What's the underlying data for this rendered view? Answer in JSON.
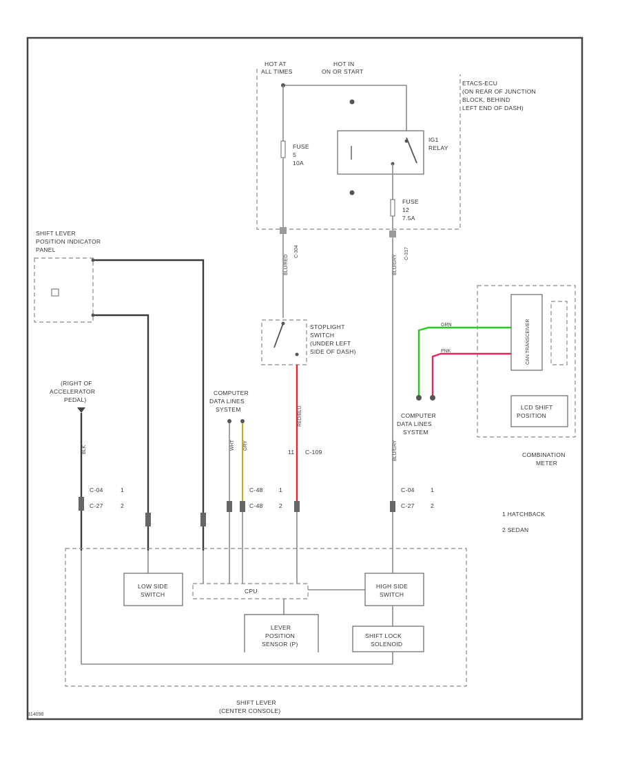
{
  "power": {
    "hot_at_all_times": [
      "HOT AT",
      "ALL TIMES"
    ],
    "hot_in_on_start": [
      "HOT IN",
      "ON OR START"
    ]
  },
  "etacs": {
    "label": [
      "ETACS-ECU",
      "(ON REAR OF JUNCTION",
      "BLOCK, BEHIND",
      "LEFT END OF DASH)"
    ],
    "fuse5": [
      "FUSE",
      "5",
      "10A"
    ],
    "fuse12": [
      "FUSE",
      "12",
      "7.5A"
    ],
    "relay": [
      "IG1",
      "RELAY"
    ]
  },
  "wires": {
    "c304": "C-304",
    "c317": "C-317",
    "bluered": "BLU/RED",
    "blugry": "BLU/GRY",
    "red_blu": "RED/BLU",
    "grn": "GRN",
    "pnk": "PNK",
    "wht": "WHT",
    "gry": "GRY",
    "blk": "BLK"
  },
  "stoplight": [
    "STOPLIGHT",
    "SWITCH",
    "(UNDER LEFT",
    "SIDE OF DASH)"
  ],
  "shift_indicator": [
    "SHIFT LEVER",
    "POSITION INDICATOR",
    "PANEL"
  ],
  "accel": [
    "(RIGHT OF",
    "ACCELERATOR",
    "PEDAL)"
  ],
  "computer_data_left": [
    "COMPUTER",
    "DATA LINES",
    "SYSTEM"
  ],
  "computer_data_right": [
    "COMPUTER",
    "DATA LINES",
    "SYSTEM"
  ],
  "combination_meter": {
    "label": [
      "COMBINATION",
      "METER"
    ],
    "can": "CAN TRANSCEIVER",
    "lcd": [
      "LCD SHIFT",
      "POSITION"
    ]
  },
  "connectors": {
    "c04a": "C-04",
    "c27a": "C-27",
    "c48a": "C-48",
    "c48b": "C-48",
    "c04b": "C-04",
    "c27b": "C-27",
    "c109": "C-109",
    "n1a": "1",
    "n2a": "2",
    "n1b": "1",
    "n2b": "2",
    "n1c": "1",
    "n2c": "2",
    "n11": "11"
  },
  "legend": {
    "one": "1  HATCHBACK",
    "two": "2  SEDAN"
  },
  "shift_lever": {
    "low_side": [
      "LOW SIDE",
      "SWITCH"
    ],
    "high_side": [
      "HIGH SIDE",
      "SWITCH"
    ],
    "cpu": "CPU",
    "lever_pos": [
      "LEVER",
      "POSITION",
      "SENSOR (P)"
    ],
    "shift_lock": [
      "SHIFT LOCK",
      "SOLENOID"
    ],
    "label": [
      "SHIFT LEVER",
      "(CENTER CONSOLE)"
    ]
  },
  "footer_code": "314098",
  "colors": {
    "green": "#22cc22",
    "pink": "#ee2255",
    "red": "#ee2222",
    "yellow": "#d9a520"
  }
}
